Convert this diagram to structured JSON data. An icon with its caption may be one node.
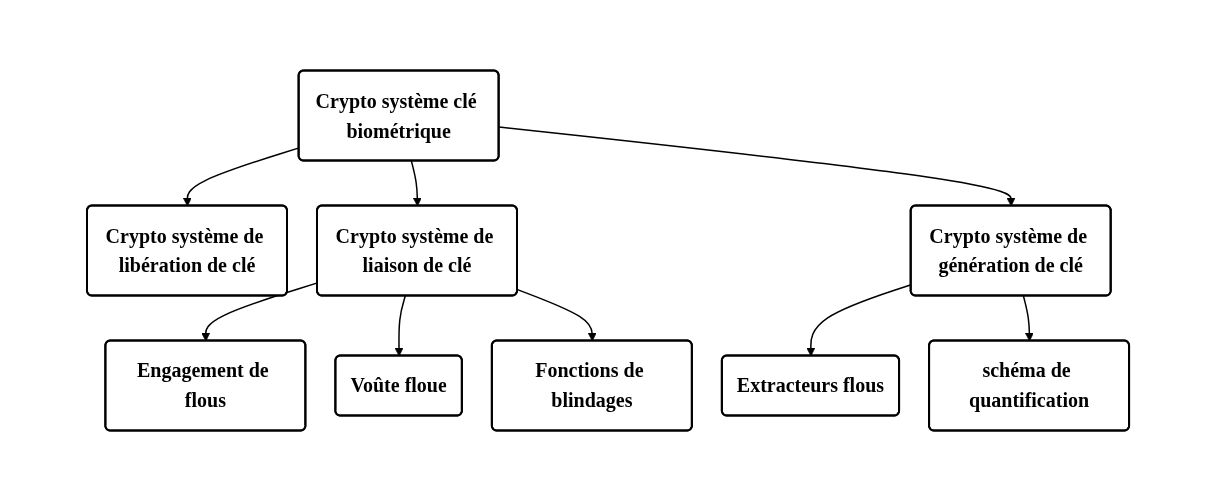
{
  "diagram": {
    "nodes": [
      {
        "text": [
          "Crypto système clé biométrique"
        ]
      },
      {
        "text": [
          "Crypto système de libération de clé"
        ]
      },
      {
        "text": [
          "Crypto système de liaison de clé"
        ]
      },
      {
        "text": [
          "Crypto système de génération de clé"
        ]
      },
      {
        "text": [
          "Engagement de flous"
        ]
      },
      {
        "text": [
          "Voûte floue"
        ]
      },
      {
        "text": [
          "Fonctions de blindages"
        ]
      },
      {
        "text": [
          "Extracteurs flous"
        ]
      },
      {
        "text": [
          "schéma de quantification"
        ]
      }
    ],
    "edges": [
      {
        "from": 0,
        "to": 1,
        "arrow": "to"
      },
      {
        "from": 0,
        "to": 2,
        "arrow": "to"
      },
      {
        "from": 0,
        "to": 3,
        "arrow": "to"
      },
      {
        "from": 2,
        "to": 4,
        "arrow": "to"
      },
      {
        "from": 2,
        "to": 5,
        "arrow": "to"
      },
      {
        "from": 2,
        "to": 6,
        "arrow": "to"
      },
      {
        "from": 3,
        "to": 7,
        "arrow": "to"
      },
      {
        "from": 3,
        "to": 8,
        "arrow": "to"
      }
    ]
  }
}
